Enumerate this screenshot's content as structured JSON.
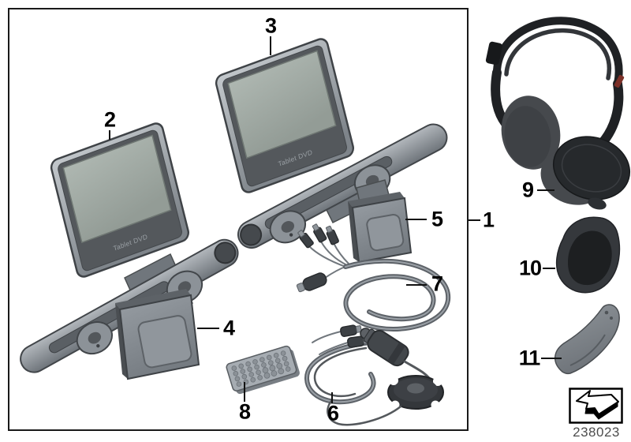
{
  "callouts": [
    "1",
    "2",
    "3",
    "4",
    "5",
    "6",
    "7",
    "8",
    "9",
    "10",
    "11"
  ],
  "monitor_label": "Tablet DVD",
  "footer": {
    "part_number": "238023",
    "logo_icon": "isometric-arrow-icon"
  },
  "colors": {
    "background": "#ffffff",
    "outline": "#1a1a1a",
    "metal_light": "#b8bdc2",
    "metal_mid": "#868c92",
    "metal_dark": "#53575c",
    "screen_green_gray": "#a3aca6",
    "plastic_dark": "#26292c",
    "foam_gray": "#46494d",
    "part_number_gray": "#4d4d4d"
  }
}
